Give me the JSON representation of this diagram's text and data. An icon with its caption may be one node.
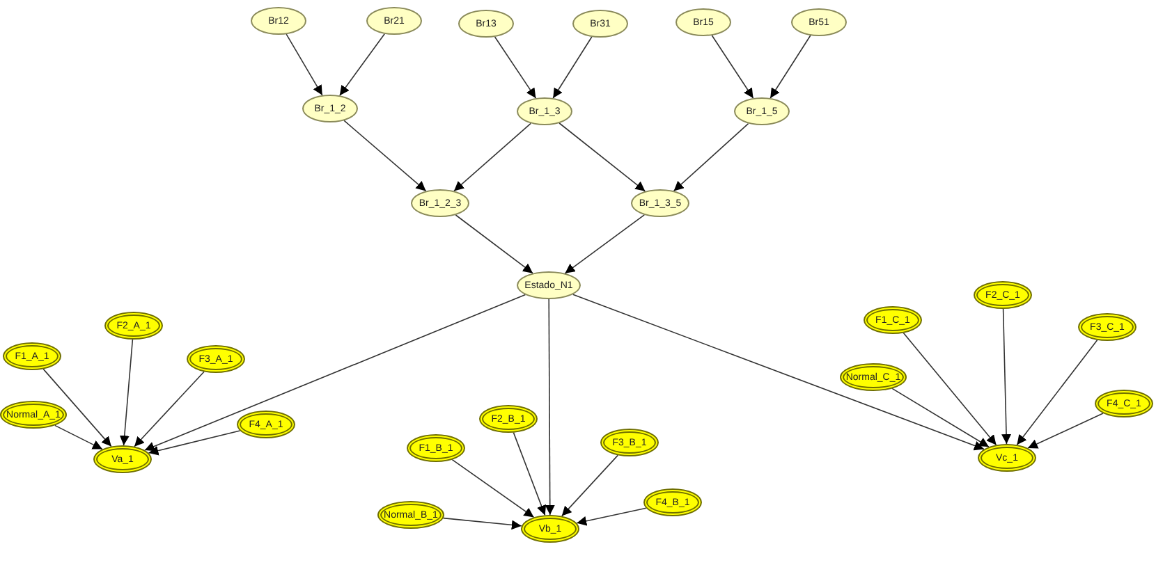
{
  "diagram": {
    "nodes": [
      {
        "text": [
          "Br12"
        ]
      },
      {
        "text": [
          "Br21"
        ]
      },
      {
        "text": [
          "Br13"
        ]
      },
      {
        "text": [
          "Br31"
        ]
      },
      {
        "text": [
          "Br15"
        ]
      },
      {
        "text": [
          "Br51"
        ]
      },
      {
        "text": [
          "Br_1_2"
        ]
      },
      {
        "text": [
          "Br_1_3"
        ]
      },
      {
        "text": [
          "Br_1_5"
        ]
      },
      {
        "text": [
          "Br_1_2_3"
        ]
      },
      {
        "text": [
          "Br_1_3_5"
        ]
      },
      {
        "text": [
          "Estado_N1"
        ]
      },
      {
        "text": [
          "F1_A_1"
        ]
      },
      {
        "text": [
          "F2_A_1"
        ]
      },
      {
        "text": [
          "Normal_A_1"
        ]
      },
      {
        "text": [
          "F3_A_1"
        ]
      },
      {
        "text": [
          "F4_A_1"
        ]
      },
      {
        "text": [
          "Va_1"
        ]
      },
      {
        "text": [
          "F2_B_1"
        ]
      },
      {
        "text": [
          "F1_B_1"
        ]
      },
      {
        "text": [
          "F3_B_1"
        ]
      },
      {
        "text": [
          "Normal_B_1"
        ]
      },
      {
        "text": [
          "F4_B_1"
        ]
      },
      {
        "text": [
          "Vb_1"
        ]
      },
      {
        "text": [
          "F2_C_1"
        ]
      },
      {
        "text": [
          "F1_C_1"
        ]
      },
      {
        "text": [
          "F3_C_1"
        ]
      },
      {
        "text": [
          "Normal_C_1"
        ]
      },
      {
        "text": [
          "F4_C_1"
        ]
      },
      {
        "text": [
          "Vc_1"
        ]
      }
    ],
    "edges": [
      {
        "from": 0,
        "to": 6,
        "arrow": "to"
      },
      {
        "from": 1,
        "to": 6,
        "arrow": "to"
      },
      {
        "from": 2,
        "to": 7,
        "arrow": "to"
      },
      {
        "from": 3,
        "to": 7,
        "arrow": "to"
      },
      {
        "from": 4,
        "to": 8,
        "arrow": "to"
      },
      {
        "from": 5,
        "to": 8,
        "arrow": "to"
      },
      {
        "from": 6,
        "to": 9,
        "arrow": "to"
      },
      {
        "from": 7,
        "to": 9,
        "arrow": "to"
      },
      {
        "from": 7,
        "to": 10,
        "arrow": "to"
      },
      {
        "from": 8,
        "to": 10,
        "arrow": "to"
      },
      {
        "from": 9,
        "to": 11,
        "arrow": "to"
      },
      {
        "from": 10,
        "to": 11,
        "arrow": "to"
      },
      {
        "from": 11,
        "to": 17,
        "arrow": "to"
      },
      {
        "from": 11,
        "to": 23,
        "arrow": "to"
      },
      {
        "from": 11,
        "to": 29,
        "arrow": "to"
      },
      {
        "from": 12,
        "to": 17,
        "arrow": "to"
      },
      {
        "from": 13,
        "to": 17,
        "arrow": "to"
      },
      {
        "from": 14,
        "to": 17,
        "arrow": "to"
      },
      {
        "from": 15,
        "to": 17,
        "arrow": "to"
      },
      {
        "from": 16,
        "to": 17,
        "arrow": "to"
      },
      {
        "from": 18,
        "to": 23,
        "arrow": "to"
      },
      {
        "from": 19,
        "to": 23,
        "arrow": "to"
      },
      {
        "from": 20,
        "to": 23,
        "arrow": "to"
      },
      {
        "from": 21,
        "to": 23,
        "arrow": "to"
      },
      {
        "from": 22,
        "to": 23,
        "arrow": "to"
      },
      {
        "from": 24,
        "to": 29,
        "arrow": "to"
      },
      {
        "from": 25,
        "to": 29,
        "arrow": "to"
      },
      {
        "from": 26,
        "to": 29,
        "arrow": "to"
      },
      {
        "from": 27,
        "to": 29,
        "arrow": "to"
      },
      {
        "from": 28,
        "to": 29,
        "arrow": "to"
      }
    ]
  }
}
